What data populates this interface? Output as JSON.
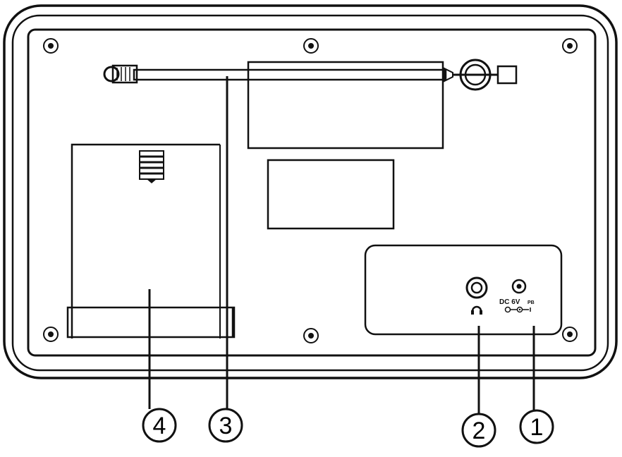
{
  "callouts": [
    {
      "id": "1",
      "label": "1"
    },
    {
      "id": "2",
      "label": "2"
    },
    {
      "id": "3",
      "label": "3"
    },
    {
      "id": "4",
      "label": "4"
    }
  ],
  "panel": {
    "dc_label": "DC 6V",
    "small_mark": "PB"
  },
  "colors": {
    "line": "#111111",
    "background": "#ffffff"
  }
}
